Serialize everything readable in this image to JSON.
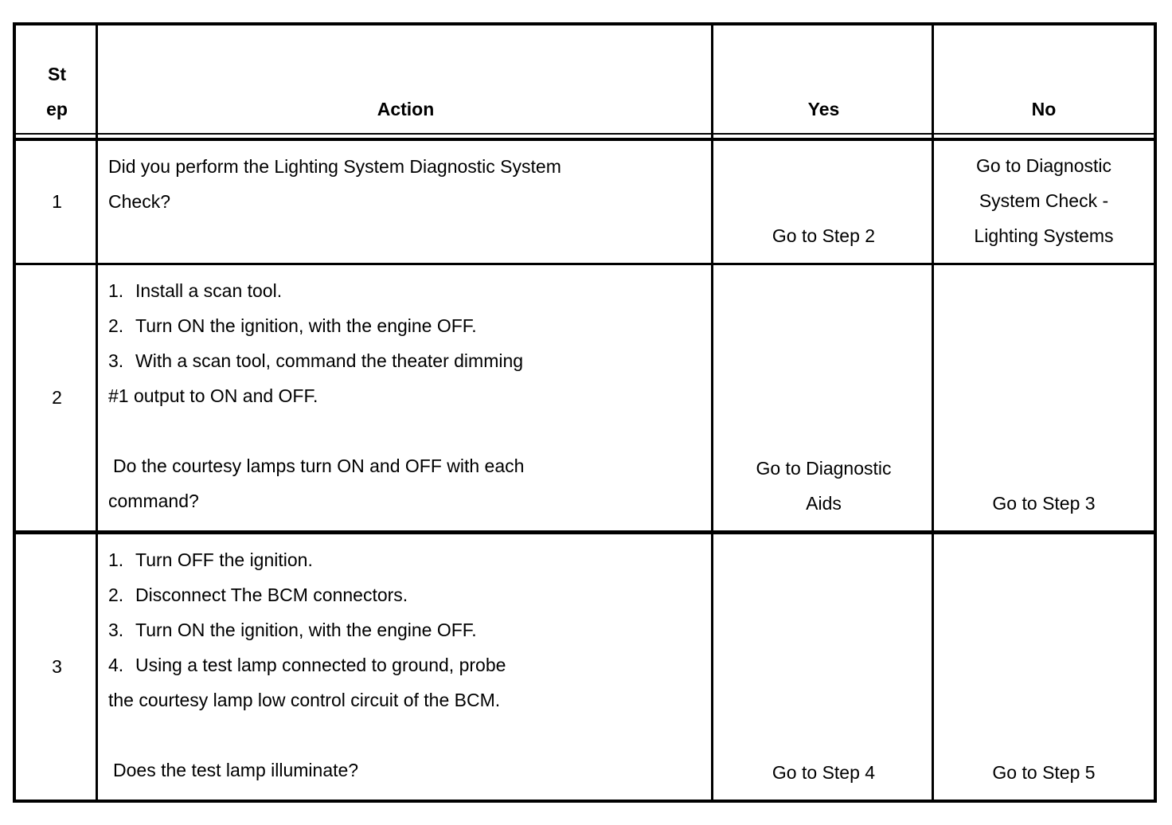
{
  "colors": {
    "background": "#ffffff",
    "text": "#000000",
    "border": "#000000"
  },
  "table": {
    "header": {
      "step_line1": "St",
      "step_line2": "ep",
      "action": "Action",
      "yes": "Yes",
      "no": "No"
    },
    "rows": [
      {
        "step": "1",
        "action_lines": [
          {
            "text": "Did you perform the Lighting System Diagnostic System"
          },
          {
            "text": "Check?"
          }
        ],
        "yes_lines": [
          "Go to Step 2"
        ],
        "no_lines": [
          "Go to Diagnostic",
          "System Check -",
          "Lighting Systems"
        ]
      },
      {
        "step": "2",
        "action_lines": [
          {
            "num": "1.",
            "text": "Install a scan tool."
          },
          {
            "num": "2.",
            "text": "Turn ON the ignition, with the engine OFF."
          },
          {
            "num": "3.",
            "text": "With a scan tool, command the theater dimming"
          },
          {
            "text": "#1 output to ON and OFF."
          },
          {
            "text": ""
          },
          {
            "question": true,
            "text": "Do the courtesy lamps turn ON and OFF with each"
          },
          {
            "text": "command?"
          }
        ],
        "yes_lines": [
          "Go to Diagnostic",
          "Aids"
        ],
        "no_lines": [
          "Go to Step 3"
        ]
      },
      {
        "step": "3",
        "action_lines": [
          {
            "num": "1.",
            "text": "Turn OFF the ignition."
          },
          {
            "num": "2.",
            "text": "Disconnect The BCM connectors."
          },
          {
            "num": "3.",
            "text": "Turn ON the ignition, with the engine OFF."
          },
          {
            "num": "4.",
            "text": "Using a test lamp connected to ground, probe"
          },
          {
            "text": "the courtesy lamp low control circuit of the BCM."
          },
          {
            "text": ""
          },
          {
            "question": true,
            "text": "Does the test lamp illuminate?"
          }
        ],
        "yes_lines": [
          "Go to Step 4"
        ],
        "no_lines": [
          "Go to Step 5"
        ]
      }
    ]
  }
}
